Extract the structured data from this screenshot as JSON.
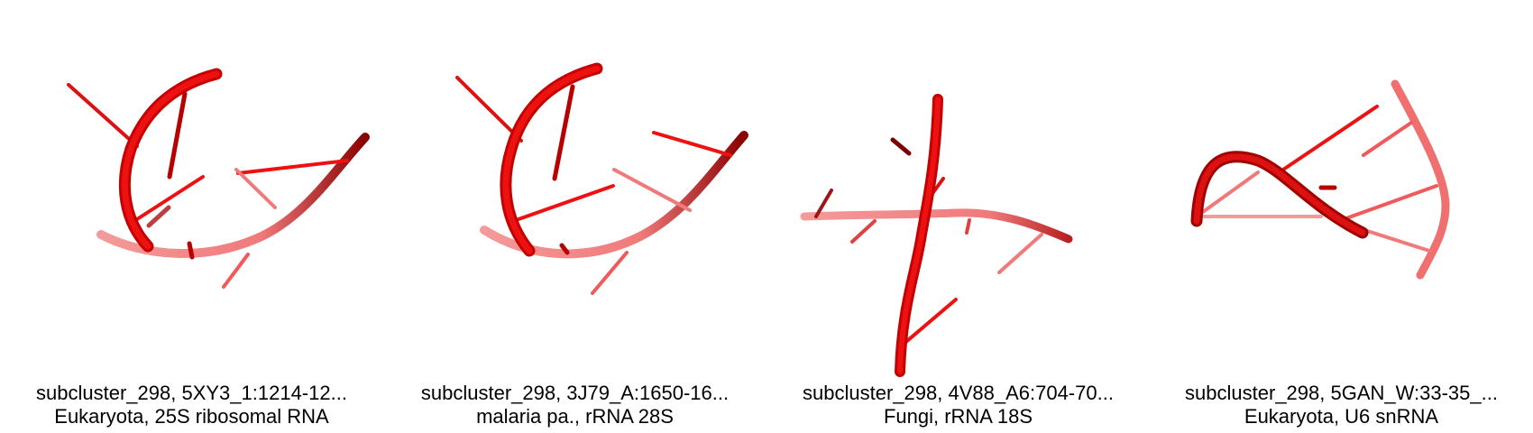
{
  "colors": {
    "strand_dark": "#b80000",
    "strand_main": "#ee1111",
    "strand_faded": "#f07a7a",
    "background": "#ffffff"
  },
  "panels": [
    {
      "caption_line1": "subcluster_298, 5XY3_1:1214-12...",
      "caption_line2": "Eukaryota, 25S ribosomal RNA"
    },
    {
      "caption_line1": "subcluster_298, 3J79_A:1650-16...",
      "caption_line2": "malaria pa., rRNA 28S"
    },
    {
      "caption_line1": "subcluster_298, 4V88_A6:704-70...",
      "caption_line2": "Fungi, rRNA 18S"
    },
    {
      "caption_line1": "subcluster_298, 5GAN_W:33-35_...",
      "caption_line2": "Eukaryota, U6 snRNA"
    }
  ]
}
